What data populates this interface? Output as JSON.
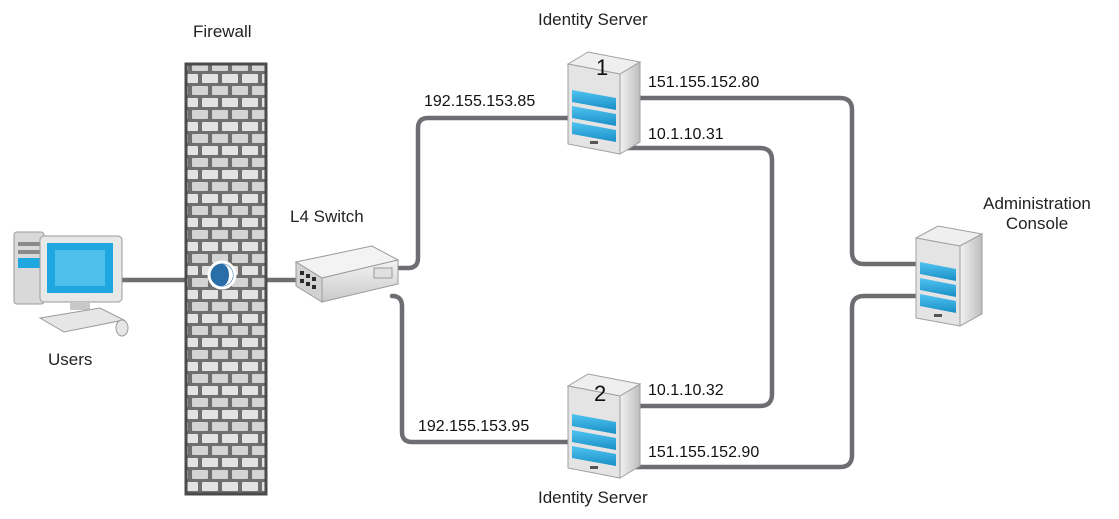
{
  "labels": {
    "firewall": "Firewall",
    "users": "Users",
    "l4_switch": "L4 Switch",
    "identity_server_top": "Identity Server",
    "identity_server_bottom": "Identity Server",
    "admin_console_line1": "Administration",
    "admin_console_line2": "Console"
  },
  "server_numbers": {
    "top": "1",
    "bottom": "2"
  },
  "ip_addresses": {
    "switch_to_server1": "192.155.153.85",
    "switch_to_server2": "192.155.153.95",
    "server1_to_console": "151.155.152.80",
    "server1_internal": "10.1.10.31",
    "server2_internal": "10.1.10.32",
    "server2_to_console": "151.155.152.90"
  },
  "colors": {
    "line": "#6d6e71",
    "server_blue": "#1fa8df",
    "server_body": "#d9d9d9",
    "firewall_brick": "#dcdcdc",
    "firewall_mortar": "#7a7a7a"
  }
}
